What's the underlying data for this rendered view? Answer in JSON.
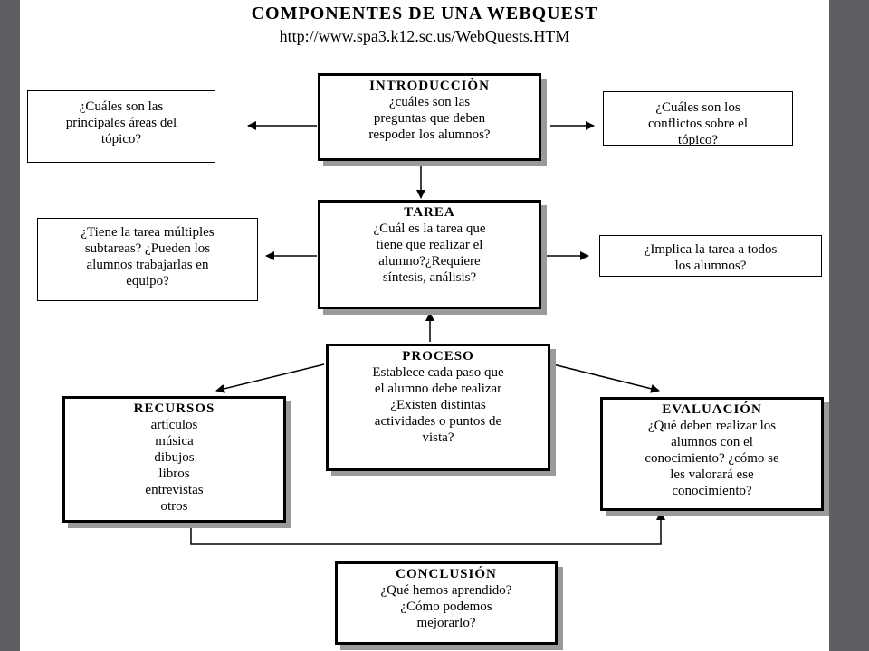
{
  "title": "COMPONENTES DE UNA WEBQUEST",
  "url": "http://www.spa3.k12.sc.us/WebQuests.HTM",
  "nodes": {
    "introduccion": {
      "label": "INTRODUCCIÒN",
      "text": "¿cuáles son las\npreguntas que deben\nrespoder los alumnos?"
    },
    "intro_left": {
      "text": "¿Cuáles son las\nprincipales áreas del\ntópico?"
    },
    "intro_right": {
      "text": "¿Cuáles son los\nconflictos sobre el\ntópico?"
    },
    "tarea": {
      "label": "TAREA",
      "text": "¿Cuál es la tarea que\ntiene que realizar el\nalumno?¿Requiere\nsíntesis, análisis?"
    },
    "tarea_left": {
      "text": "¿Tiene la tarea múltiples\nsubtareas? ¿Pueden los\nalumnos trabajarlas en\nequipo?"
    },
    "tarea_right": {
      "text": "¿Implica la tarea a todos\nlos alumnos?"
    },
    "proceso": {
      "label": "PROCESO",
      "text": "Establece cada paso que\nel alumno debe realizar\n¿Existen distintas\nactividades o puntos de\nvista?"
    },
    "recursos": {
      "label": "RECURSOS",
      "text": "artículos\nmúsica\ndibujos\nlibros\nentrevistas\notros"
    },
    "evaluacion": {
      "label": "EVALUACIÓN",
      "text": "¿Qué deben realizar los\nalumnos con el\nconocimiento? ¿cómo se\nles valorará ese\nconocimiento?"
    },
    "conclusion": {
      "label": "CONCLUSIÓN",
      "text": "¿Qué hemos aprendido?\n¿Cómo podemos\nmejorarlo?"
    }
  }
}
